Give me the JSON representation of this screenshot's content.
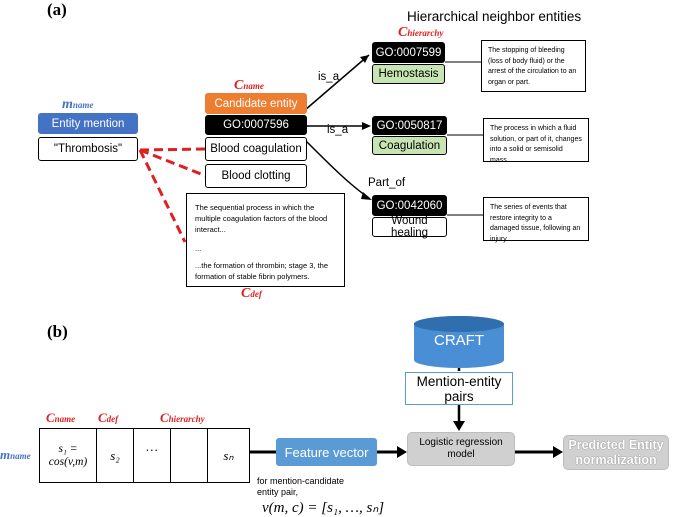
{
  "panel_a": {
    "label": "(a)",
    "section_title": "Hierarchical neighbor entities",
    "c_hierarchy": {
      "main": "C",
      "sub": "hierarchy"
    },
    "c_name": {
      "main": "C",
      "sub": "name"
    },
    "m_name": {
      "main": "m",
      "sub": "name"
    },
    "c_def": {
      "main": "C",
      "sub": "def"
    },
    "entity_mention": "Entity mention",
    "thrombosis": "\"Thrombosis\"",
    "candidate_entity": "Candidate entity",
    "candidate_id": "GO:0007596",
    "synonym_1": "Blood coagulation",
    "synonym_2": "Blood clotting",
    "definition": {
      "line1": "The sequential process in which the multiple coagulation factors of the blood interact...",
      "line2": "...",
      "line3": "...the formation of thrombin; stage 3, the formation of stable fibrin polymers."
    },
    "relations": {
      "is_a_1": "is_a",
      "is_a_2": "is_a",
      "part_of": "Part_of"
    },
    "neighbors": [
      {
        "id": "GO:0007599",
        "name": "Hemostasis",
        "desc": "The stopping of bleeding (loss of body fluid) or the arrest of the circulation to an organ or part."
      },
      {
        "id": "GO:0050817",
        "name": "Coagulation",
        "desc": "The process in which a fluid solution, or part of it, changes into a solid or semisolid mass."
      },
      {
        "id": "GO:0042060",
        "name": "Wound healing",
        "desc": "The series of events that restore integrity to a damaged tissue, following an injury."
      }
    ]
  },
  "panel_b": {
    "label": "(b)",
    "craft": "CRAFT",
    "mention_pairs": "Mention-entity pairs",
    "header_cname": {
      "main": "C",
      "sub": "name"
    },
    "header_cdef": {
      "main": "C",
      "sub": "def"
    },
    "header_chier": {
      "main": "C",
      "sub": "hierarchy"
    },
    "row_mname": {
      "main": "m",
      "sub": "name"
    },
    "cells": {
      "s1_line1": "s₁ =",
      "s1_line2": "cos(v,m)",
      "s2": "s₂",
      "dots": "…",
      "sn": "sₙ"
    },
    "feature_vector": "Feature vector",
    "logreg": "Logistic regression model",
    "predicted": "Predicted Entity normalization",
    "pair_note": "for mention-candidate entity pair,",
    "formula": "v(m, c) = [s₁, …, sₙ]"
  }
}
